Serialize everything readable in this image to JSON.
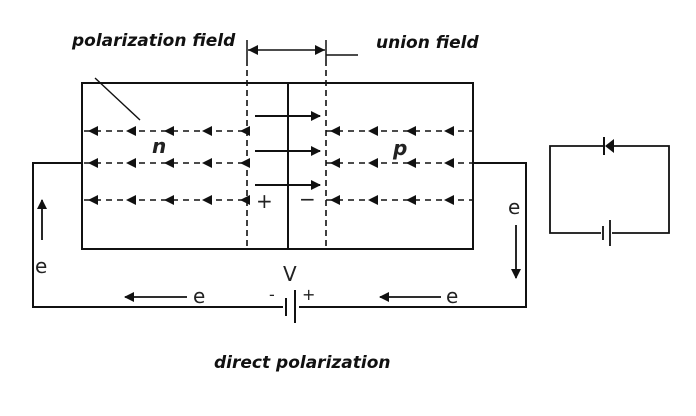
{
  "labels": {
    "polarization_field": "polarization field",
    "union_field": "union field",
    "n_region": "n",
    "p_region": "p",
    "plus_sign": "+",
    "minus_sign": "−",
    "voltage": "V",
    "battery_minus": "-",
    "battery_plus": "+",
    "electron": "e",
    "caption": "direct polarization"
  },
  "colors": {
    "stroke": "#111111",
    "background": "#ffffff"
  },
  "icons": {
    "diode_symbol": "diode-icon",
    "battery_symbol": "battery-icon"
  }
}
